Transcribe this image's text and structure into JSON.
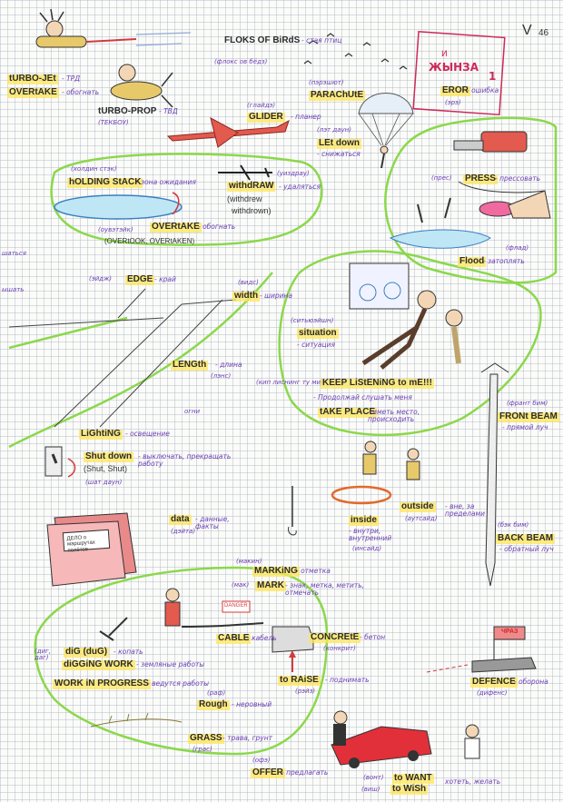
{
  "page": {
    "number": "46",
    "check": "V"
  },
  "corner_box": {
    "cyr_small": "И",
    "word": "ЖЫНЗА",
    "digit": "1"
  },
  "items": {
    "turbojet": {
      "en": "tURBO-JEt",
      "ru": "- ТРД"
    },
    "overtake1": {
      "en": "OVERtAKE",
      "ru": "- обогнать"
    },
    "turboprop": {
      "en": "tURBO-PROP",
      "ru": "- ТВД",
      "tr": "(ТЕКБОУ)"
    },
    "flocks": {
      "en": "FLOKS OF BiRdS",
      "ru": "- стая птиц",
      "tr": "(флокс ов бёдз)"
    },
    "parachute": {
      "en": "PARAChUtE",
      "tr": "(пэрэшют)"
    },
    "glider": {
      "en": "GLIDER",
      "ru": "- планер",
      "tr": "(глайдэ)"
    },
    "letdown": {
      "en": "LEt down",
      "ru": "- снижаться",
      "tr": "(лэт даун)"
    },
    "error": {
      "en": "EROR",
      "ru": "- ошибка",
      "tr": "(эрэ)"
    },
    "holding": {
      "en": "hOLDING StACK",
      "ru": "- зона ожидания",
      "tr": "(холдин стэк)"
    },
    "withdraw": {
      "en": "withdRAW",
      "ru": "- удаляться",
      "tr": "(уиздрау)",
      "forms1": "(withdrew",
      "forms2": "withdrown)"
    },
    "overtake2": {
      "en": "OVERtAKE",
      "ru": "- обогнать",
      "tr": "(оувэтэйк)",
      "forms": "(OVERtOOK, OVERtAKEN)"
    },
    "press": {
      "en": "PRESS",
      "ru": "- прессовать",
      "tr": "(прес)"
    },
    "flood": {
      "en": "Flood",
      "ru": "- затоплять",
      "tr": "(флад)"
    },
    "edge": {
      "en": "EDGE",
      "ru": "- край",
      "tr": "(эйдж)"
    },
    "width": {
      "en": "width",
      "ru": "- ширина",
      "tr": "(видс)"
    },
    "length": {
      "en": "LENGth",
      "ru": "- длина",
      "tr": "(лэнс)"
    },
    "situation": {
      "en": "situation",
      "ru": "- ситуация",
      "tr": "(ситьюэйшн)"
    },
    "keep": {
      "en": "KEEP LiStENiNG to mE!!!",
      "ru": "- Продолжай слушать меня",
      "tr": "(кип лиснинг ту ми)"
    },
    "takeplace": {
      "en": "tAKE PLACE",
      "ru": "- иметь место, происходить"
    },
    "lighting": {
      "en": "LiGhtiNG",
      "ru": "- освещение",
      "note": "огни"
    },
    "shutdown": {
      "en": "Shut down",
      "ru": "- выключать, прекращать работу",
      "forms": "(Shut, Shut)",
      "tr": "(шат даун)"
    },
    "frontbeam": {
      "en": "FRONt BEAM",
      "ru": "- прямой луч",
      "tr": "(франт бим)"
    },
    "backbeam": {
      "en": "BACK BEAM",
      "ru": "- обратный луч",
      "tr": "(бэк бим)"
    },
    "inside": {
      "en": "inside",
      "ru": "- внутри, внутренний",
      "tr": "(инсайд)"
    },
    "outside": {
      "en": "outside",
      "ru": "- вне, за пределами",
      "tr": "(аутсайд)"
    },
    "data": {
      "en": "data",
      "ru": "- данные, факты",
      "tr": "(дэйта)",
      "folder": "ДЕЛО о маршрутах полётов"
    },
    "marking": {
      "en": "MARKiNG",
      "ru": "- отметка",
      "tr": "(макин)"
    },
    "mark": {
      "en": "MARK",
      "ru": "- знак, метка, метить, отмечать",
      "tr": "(мак)"
    },
    "cable": {
      "en": "CABLE",
      "ru": "- кабель"
    },
    "concrete": {
      "en": "CONCREtE",
      "ru": "- бетон",
      "tr": "(конкрит)"
    },
    "dig": {
      "en": "diG (duG)",
      "ru": "- копать",
      "tr": "(диг, даг)"
    },
    "digging": {
      "en": "diGGiNG WORK",
      "ru": "- земляные работы"
    },
    "wip": {
      "en": "WORK iN PROGRESS",
      "ru": "- ведутся работы"
    },
    "raise": {
      "en": "to RAiSE",
      "ru": "- поднимать",
      "tr": "(рэйз)"
    },
    "defence": {
      "en": "DEFENCE",
      "ru": "- оборона",
      "tr": "(дифенс)",
      "flag": "ЧРАЗ"
    },
    "rough": {
      "en": "Rough",
      "ru": "- неровный",
      "tr": "(раф)"
    },
    "grass": {
      "en": "GRASS",
      "ru": "- трава, грунт",
      "tr": "(грас)"
    },
    "offer": {
      "en": "OFFER",
      "ru": "- предлагать",
      "tr": "(офэ)"
    },
    "want": {
      "en": "to WANT",
      "tr": "(вонт)"
    },
    "wish": {
      "en": "to WiSh",
      "tr": "(виш)",
      "ru": "хотеть, желать"
    },
    "sign_danger": {
      "en": "DANGER"
    }
  },
  "margin_notes": {
    "a": "шаться",
    "b": "ышать"
  }
}
